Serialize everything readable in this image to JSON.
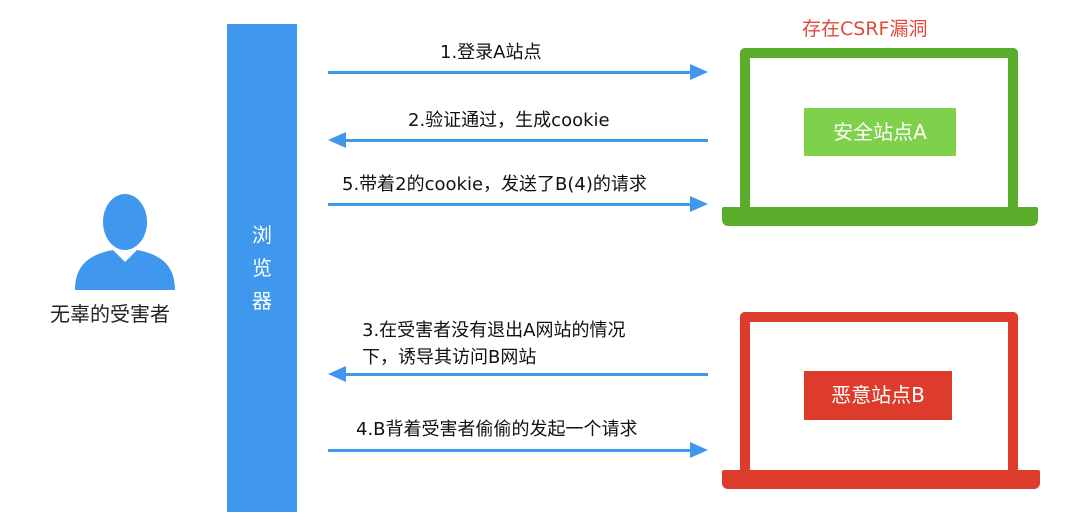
{
  "victim": {
    "label": "无辜的受害者",
    "icon": "person-icon"
  },
  "browser": {
    "chars": [
      "浏",
      "览",
      "器"
    ]
  },
  "steps": {
    "step1": "1.登录A站点",
    "step2": "2.验证通过，生成cookie",
    "step5": "5.带着2的cookie，发送了B(4)的请求",
    "step3_line1": "3.在受害者没有退出A网站的情况",
    "step3_line2": "下，诱导其访问B网站",
    "step4": "4.B背着受害者偷偷的发起一个请求"
  },
  "site_a": {
    "tag": "存在CSRF漏洞",
    "label": "安全站点A",
    "frame_color": "#5aad2a",
    "box_color": "#7fd14b",
    "tag_color": "#e04a3a"
  },
  "site_b": {
    "label": "恶意站点B",
    "frame_color": "#dd3b2c",
    "box_color": "#dd3b2c"
  },
  "colors": {
    "browser": "#3f97ee",
    "arrow": "#3f97ee",
    "person": "#3f97ee"
  }
}
